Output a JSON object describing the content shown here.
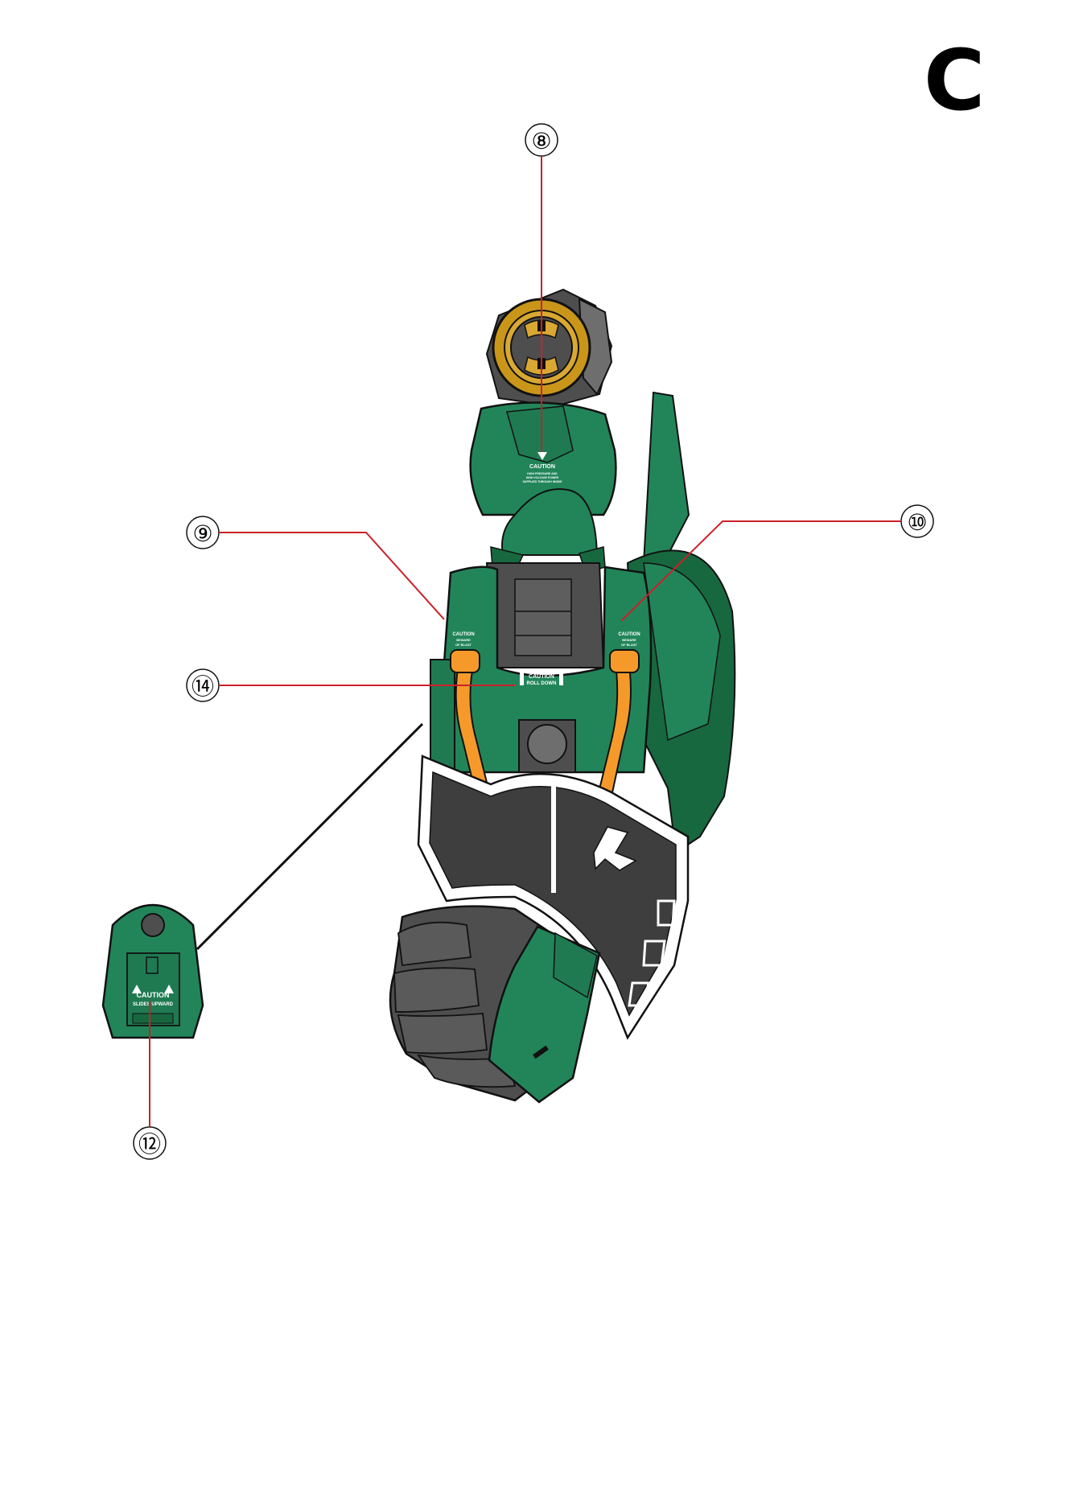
{
  "page": {
    "step_letter": "C"
  },
  "colors": {
    "armor_green": "#22855a",
    "armor_green_dark": "#17683f",
    "frame_gray": "#4e4e4e",
    "frame_gray_light": "#6e6e6e",
    "hose_orange": "#f59a2a",
    "gold_ring": "#c9961a",
    "leader_red": "#cc2027",
    "leader_black": "#111111"
  },
  "callouts": [
    {
      "id": "8",
      "label": "⑧",
      "target": "shoulder-armor-caution-decal"
    },
    {
      "id": "9",
      "label": "⑨",
      "target": "left-blast-caution-decal"
    },
    {
      "id": "10",
      "label": "⑩",
      "target": "right-blast-caution-decal"
    },
    {
      "id": "14",
      "label": "⑭",
      "target": "rolldown-caution-decal"
    },
    {
      "id": "12",
      "label": "⑫",
      "target": "detail-part-caution-decal"
    }
  ],
  "decals": {
    "shoulder": {
      "title": "CAUTION",
      "body": [
        "HIGH PRESSURE AND",
        "HIGH VOLTAGE POWER",
        "SUPPLIED THROUGH INSIDE"
      ]
    },
    "blast_left": {
      "title": "CAUTION",
      "body": [
        "BEWARE",
        "OF BLAST"
      ]
    },
    "blast_right": {
      "title": "CAUTION",
      "body": [
        "BEWARE",
        "OF BLAST"
      ]
    },
    "rolldown": {
      "title": "CAUTION",
      "body": [
        "ROLL DOWN"
      ]
    },
    "slides": {
      "title": "CAUTION",
      "body": [
        "SLIDES UPWARD"
      ]
    }
  }
}
